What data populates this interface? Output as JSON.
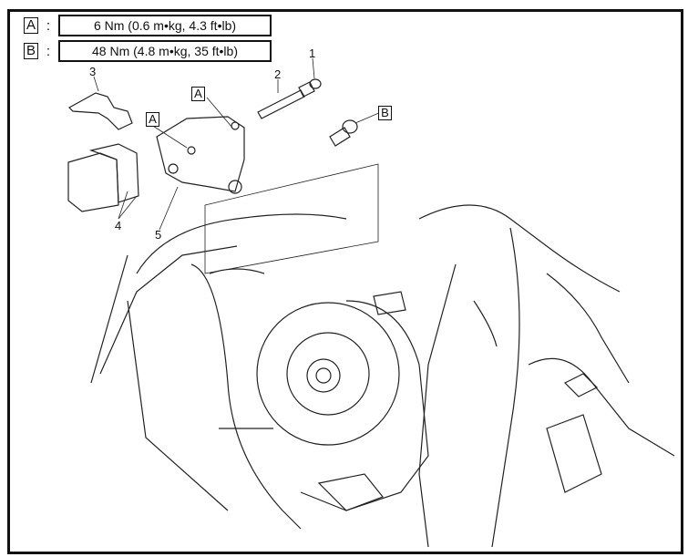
{
  "torque_legend": [
    {
      "letter": "A",
      "colon": ":",
      "value": "6 Nm (0.6 m•kg, 4.3 ft•lb)"
    },
    {
      "letter": "B",
      "colon": ":",
      "value": "48 Nm (4.8 m•kg, 35 ft•lb)"
    }
  ],
  "callouts": {
    "c1": "1",
    "c2": "2",
    "c3": "3",
    "c4": "4",
    "c5": "5"
  },
  "labels": {
    "a1": "A",
    "a2": "A",
    "b": "B"
  }
}
